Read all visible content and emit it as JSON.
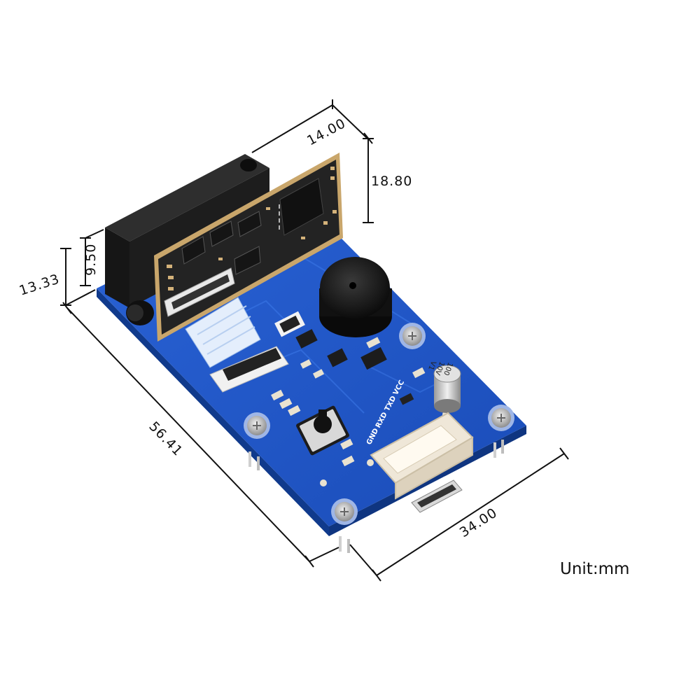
{
  "dimensions": {
    "top_width": "14.00",
    "sensor_height": "18.80",
    "sensor_thickness": "9.50",
    "total_height": "13.33",
    "board_length": "56.41",
    "board_width": "34.00"
  },
  "unit_label": "Unit:mm",
  "silkscreen": {
    "vcc": "VCC",
    "txd": "TXD",
    "rxd": "RXD",
    "gnd": "GND"
  },
  "capacitor": {
    "value": "100",
    "voltage": "10V",
    "mark": "V1"
  },
  "colors": {
    "pcb": "#1f56c9",
    "pcb_dark": "#15409a",
    "sensor_body": "#1b1b1b",
    "daughter_board": "#232323",
    "daughter_edge": "#c9a66b",
    "connector": "#efe7d8"
  }
}
